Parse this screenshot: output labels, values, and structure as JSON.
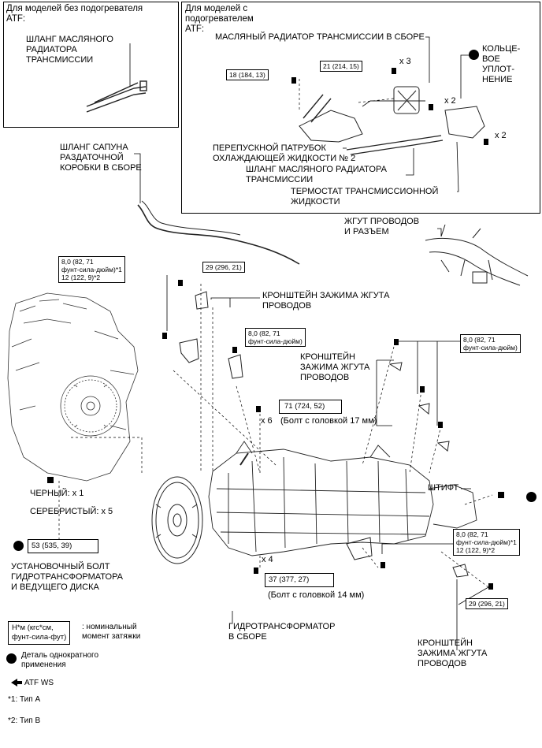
{
  "panels": {
    "no_heater_title": "Для моделей без подогревателя\nATF:",
    "no_heater_hose": "ШЛАНГ МАСЛЯНОГО\nРАДИАТОРА\nТРАНСМИССИИ",
    "heater_title": "Для моделей с\nподогревателем\nATF:",
    "cooler_assy": "МАСЛЯНЫЙ РАДИАТОР ТРАНСМИССИИ В СБОРЕ",
    "o_ring": "КОЛЬЦЕ-\nВОЕ\nУПЛОТ-\nНЕНИЕ",
    "bypass": "ПЕРЕПУСКНОЙ ПАТРУБОК\nОХЛАЖДАЮЩЕЙ ЖИДКОСТИ № 2",
    "cooler_hose": "ШЛАНГ МАСЛЯНОГО РАДИАТОРА\nТРАНСМИССИИ",
    "thermostat": "ТЕРМОСТАТ ТРАНСМИССИОННОЙ\nЖИДКОСТИ",
    "torque_18": "18 (184, 13)",
    "torque_21": "21 (214, 15)",
    "x3": "x 3",
    "x2a": "x 2",
    "x2b": "x 2"
  },
  "main": {
    "breather_hose": "ШЛАНГ САПУНА\nРАЗДАТОЧНОЙ\nКОРОБКИ В СБОРЕ",
    "wire_harness": "ЖГУТ ПРОВОДОВ\nИ РАЗЪЕМ",
    "clamp_bracket_1": "КРОНШТЕЙН ЗАЖИМА ЖГУТА\nПРОВОДОВ",
    "clamp_bracket_2": "КРОНШТЕЙН\nЗАЖИМА ЖГУТА\nПРОВОДОВ",
    "clamp_bracket_3": "КРОНШТЕЙН\nЗАЖИМА ЖГУТА\nПРОВОДОВ",
    "torque_8_12": "8,0 (82, 71\nфунт-сила-дюйм)*1\n12 (122, 9)*2",
    "torque_29a": "29 (296, 21)",
    "torque_8a": "8,0 (82, 71\nфунт-сила-дюйм)",
    "torque_8b": "8,0 (82, 71\nфунт-сила-дюйм)",
    "torque_71": "71 (724, 52)",
    "x6": "x 6",
    "bolt_17": "(Болт с головкой 17 мм)",
    "black": "ЧЕРНЫЙ: x 1",
    "silver": "СЕРЕБРИСТЫЙ: x 5",
    "torque_53": "53 (535, 39)",
    "converter_bolt": "УСТАНОВОЧНЫЙ БОЛТ\nГИДРОТРАНСФОРМАТОРА\nИ ВЕДУЩЕГО ДИСКА",
    "pin": "ШТИФТ",
    "torque_8_12b": "8,0 (82, 71\nфунт-сила-дюйм)*1\n12 (122, 9)*2",
    "x4": "x 4",
    "torque_37": "37 (377, 27)",
    "bolt_14": "(Болт с головкой 14 мм)",
    "torque_29b": "29 (296, 21)",
    "converter_assy": "ГИДРОТРАНСФОРМАТОР\nВ СБОРЕ"
  },
  "legend": {
    "box_text": "Н*м (кгс*см,\nфунт-сила-фут)",
    "box_desc": ": номинальный\nмомент затяжки",
    "non_reusable": "Деталь однократного\nприменения",
    "atf_ws": "ATF WS",
    "type_a": "*1: Тип A",
    "type_b": "*2: Тип B"
  }
}
